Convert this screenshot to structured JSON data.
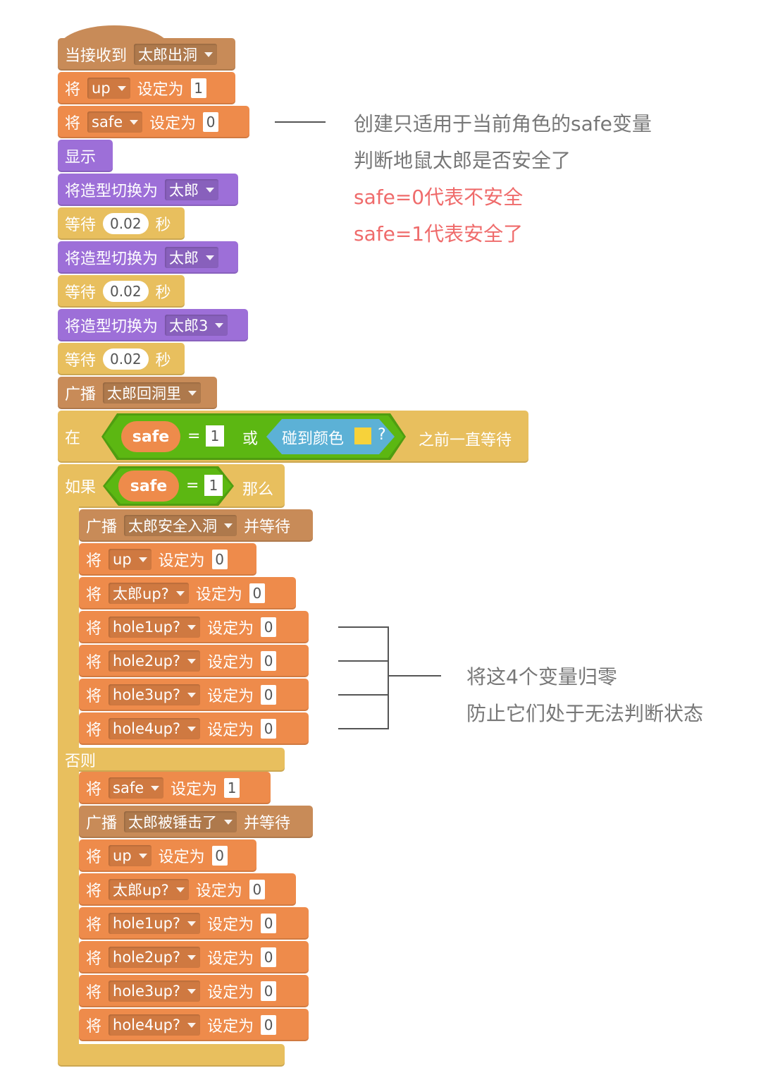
{
  "script": {
    "hat": {
      "label": "当接收到",
      "message": "太郎出洞"
    },
    "set_up": {
      "prefix": "将",
      "var": "up",
      "suffix": "设定为",
      "value": "1"
    },
    "set_safe": {
      "prefix": "将",
      "var": "safe",
      "suffix": "设定为",
      "value": "0"
    },
    "show": {
      "label": "显示"
    },
    "costume1": {
      "label": "将造型切换为",
      "costume": "太郎"
    },
    "wait1": {
      "prefix": "等待",
      "value": "0.02",
      "suffix": "秒"
    },
    "costume2": {
      "label": "将造型切换为",
      "costume": "太郎"
    },
    "wait2": {
      "prefix": "等待",
      "value": "0.02",
      "suffix": "秒"
    },
    "costume3": {
      "label": "将造型切换为",
      "costume": "太郎3"
    },
    "wait3": {
      "prefix": "等待",
      "value": "0.02",
      "suffix": "秒"
    },
    "broadcast1": {
      "label": "广播",
      "message": "太郎回洞里"
    },
    "wait_until": {
      "prefix": "在",
      "var": "safe",
      "eq": "=",
      "value": "1",
      "or": "或",
      "touching": "碰到颜色",
      "q": "?",
      "suffix": "之前一直等待",
      "color": "#f7d23a"
    },
    "if": {
      "prefix": "如果",
      "var": "safe",
      "eq": "=",
      "value": "1",
      "then": "那么"
    },
    "else_label": "否则",
    "if_body": {
      "broadcast": {
        "label": "广播",
        "message": "太郎安全入洞",
        "suffix": "并等待"
      },
      "sets": [
        {
          "prefix": "将",
          "var": "up",
          "suffix": "设定为",
          "value": "0"
        },
        {
          "prefix": "将",
          "var": "太郎up?",
          "suffix": "设定为",
          "value": "0"
        },
        {
          "prefix": "将",
          "var": "hole1up?",
          "suffix": "设定为",
          "value": "0"
        },
        {
          "prefix": "将",
          "var": "hole2up?",
          "suffix": "设定为",
          "value": "0"
        },
        {
          "prefix": "将",
          "var": "hole3up?",
          "suffix": "设定为",
          "value": "0"
        },
        {
          "prefix": "将",
          "var": "hole4up?",
          "suffix": "设定为",
          "value": "0"
        }
      ]
    },
    "else_body": {
      "set_safe": {
        "prefix": "将",
        "var": "safe",
        "suffix": "设定为",
        "value": "1"
      },
      "broadcast": {
        "label": "广播",
        "message": "太郎被锤击了",
        "suffix": "并等待"
      },
      "sets": [
        {
          "prefix": "将",
          "var": "up",
          "suffix": "设定为",
          "value": "0"
        },
        {
          "prefix": "将",
          "var": "太郎up?",
          "suffix": "设定为",
          "value": "0"
        },
        {
          "prefix": "将",
          "var": "hole1up?",
          "suffix": "设定为",
          "value": "0"
        },
        {
          "prefix": "将",
          "var": "hole2up?",
          "suffix": "设定为",
          "value": "0"
        },
        {
          "prefix": "将",
          "var": "hole3up?",
          "suffix": "设定为",
          "value": "0"
        },
        {
          "prefix": "将",
          "var": "hole4up?",
          "suffix": "设定为",
          "value": "0"
        }
      ]
    }
  },
  "annotations": {
    "safe_note": [
      "创建只适用于当前角色的safe变量",
      "判断地鼠太郎是否安全了",
      "safe=0代表不安全",
      "safe=1代表安全了"
    ],
    "reset_note": [
      "将这4个变量归零",
      "防止它们处于无法判断状态"
    ]
  },
  "colors": {
    "events": "#c88b58",
    "data": "#ee8b4b",
    "looks": "#9d6fd8",
    "control": "#e8bf5e",
    "sensing": "#5cb1d6",
    "operators": "#5cb712",
    "annotation_red": "#ef6b6b"
  }
}
